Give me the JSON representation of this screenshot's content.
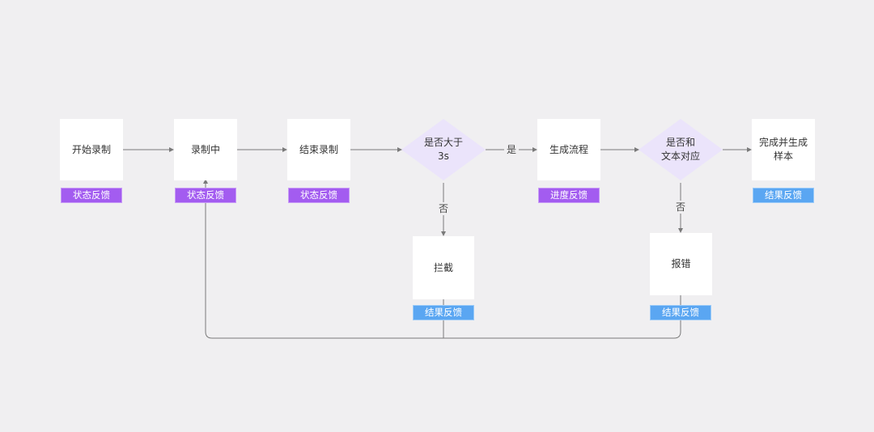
{
  "nodes": {
    "start": "开始录制",
    "recording": "录制中",
    "end": "结束录制",
    "gen_flow": "生成流程",
    "done": "完成并生成\n样本",
    "intercept": "拦截",
    "error": "报错"
  },
  "decisions": {
    "gt3s": "是否大于\n3s",
    "match": "是否和\n文本对应"
  },
  "badges": {
    "start": "状态反馈",
    "recording": "状态反馈",
    "end": "状态反馈",
    "gen_flow": "进度反馈",
    "done": "结果反馈",
    "intercept": "结果反馈",
    "error": "结果反馈"
  },
  "edge_labels": {
    "yes": "是",
    "no1": "否",
    "no2": "否"
  },
  "colors": {
    "background": "#f0eff1",
    "node": "#ffffff",
    "decision": "#ebe4fb",
    "badge_purple": "#a35cf0",
    "badge_blue": "#5aa6f2",
    "line": "#7a7a7a"
  }
}
